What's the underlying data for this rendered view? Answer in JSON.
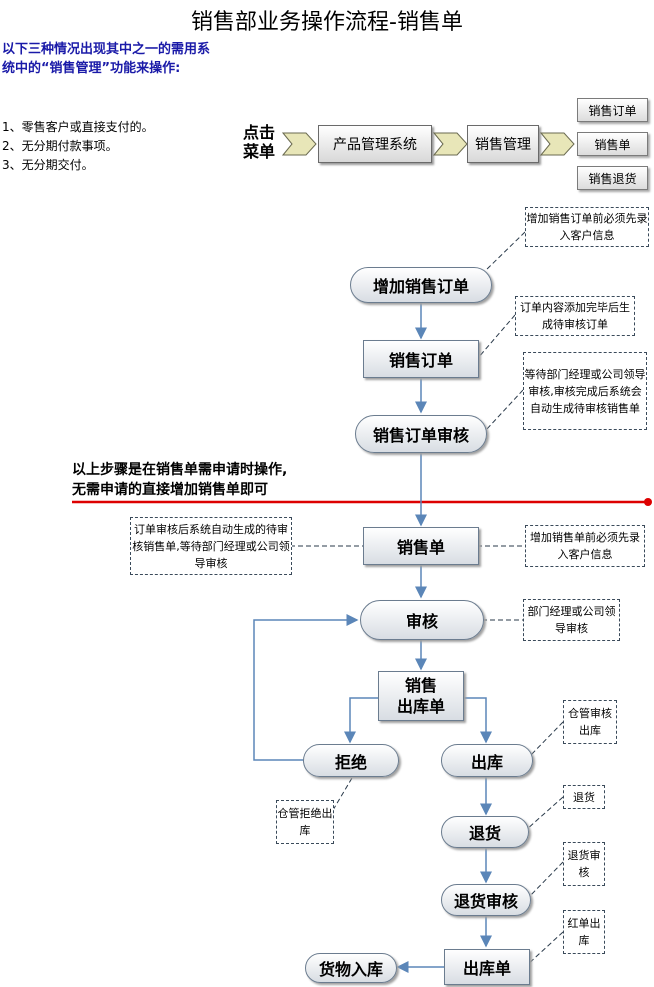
{
  "title": "销售部业务操作流程-销售单",
  "intro": {
    "heading": "以下三种情况出现其中之一的需用系统中的“销售管理”功能来操作:",
    "rules": [
      "1、零售客户或直接支付的。",
      "2、无分期付款事项。",
      "3、无分期交付。"
    ]
  },
  "menu_path": {
    "click_label_1": "点击",
    "click_label_2": "菜单",
    "system": "产品管理系统",
    "module": "销售管理",
    "options": [
      "销售订单",
      "销售单",
      "销售退货"
    ]
  },
  "flow": {
    "add_order": "增加销售订单",
    "sales_order": "销售订单",
    "order_audit": "销售订单审核",
    "separator_line1": "以上步骤是在销售单需申请时操作,",
    "separator_line2": "无需申请的直接增加销售单即可",
    "sales_slip": "销售单",
    "audit": "审核",
    "outbound_slip_1": "销售",
    "outbound_slip_2": "出库单",
    "reject": "拒绝",
    "outbound": "出库",
    "return": "退货",
    "return_audit": "退货审核",
    "outbound_slip_final": "出库单",
    "goods_in": "货物入库"
  },
  "notes": {
    "add_order_note": "增加销售订单前必须先录入客户信息",
    "order_note": "订单内容添加完毕后生成待审核订单",
    "audit_wait_note": "等待部门经理或公司领导审核,审核完成后系统会自动生成待审核销售单",
    "slip_left_note": "订单审核后系统自动生成的待审核销售单,等待部门经理或公司领导审核",
    "slip_right_note": "增加销售单前必须先录入客户信息",
    "audit_note": "部门经理或公司领导审核",
    "warehouse_out_note": "仓管审核出库",
    "reject_note": "仓管拒绝出库",
    "return_note": "退货",
    "return_audit_note": "退货审核",
    "red_slip_note": "红单出库"
  },
  "colors": {
    "intro_text": "#1a1aa8",
    "separator_line": "#dd0000",
    "arrow": "#5b86b8",
    "chevron_fill": "#e8e6b8"
  }
}
